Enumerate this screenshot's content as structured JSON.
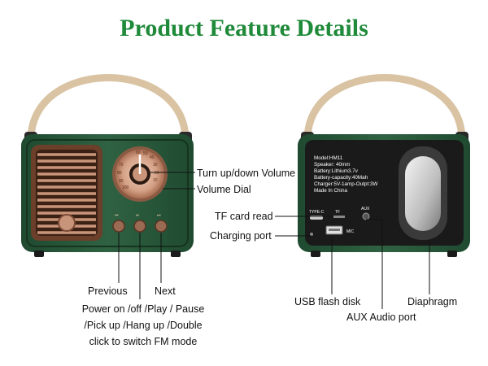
{
  "title": "Product Feature Details",
  "front_labels": {
    "turn_volume": "Turn up/down Volume",
    "volume_dial": "Volume  Dial",
    "previous": "Previous",
    "next": "Next",
    "power": "Power on /off /Play / Pause",
    "pickup": "/Pick up /Hang up /Double",
    "fm": "click to switch FM mode"
  },
  "back_labels": {
    "tf_card": "TF card read",
    "charging_port": "Charging port",
    "usb": "USB flash disk",
    "diaphragm": "Diaphragm",
    "aux": "AUX Audio port"
  },
  "spec_plate": {
    "model": "Model:HM11",
    "speaker": "Speaker: 40mm",
    "battery": "Battery:Lithium3.7v",
    "capacity": "Battery-capacity:40Mah",
    "charger": "Charger:5V-1amp-Outpt:3W",
    "made_in": "Made In China"
  },
  "port_labels": {
    "type_c": "TYPE-C",
    "tf": "TF",
    "aux": "AUX",
    "mic": "MIC"
  },
  "dial_numbers": [
    "100",
    "90",
    "80",
    "70",
    "60",
    "50",
    "40",
    "30",
    "20",
    "10"
  ],
  "colors": {
    "title_green": "#1f8a3a",
    "body_green": "#2d5a3a",
    "copper": "#c9957a",
    "strap": "#d9c3a3"
  }
}
